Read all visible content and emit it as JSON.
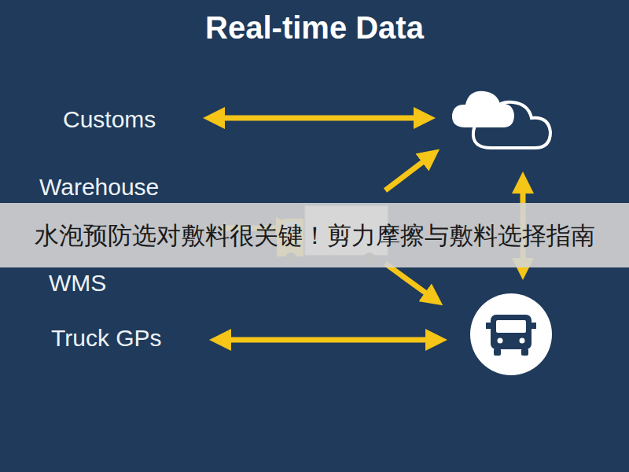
{
  "diagram": {
    "title": "Real-time Data",
    "labels": [
      "Customs",
      "Warehouse",
      "WMS",
      "Truck GPs",
      "水泡预防选对敷料很关键！剪力摩擦与敷料选择指南"
    ]
  }
}
